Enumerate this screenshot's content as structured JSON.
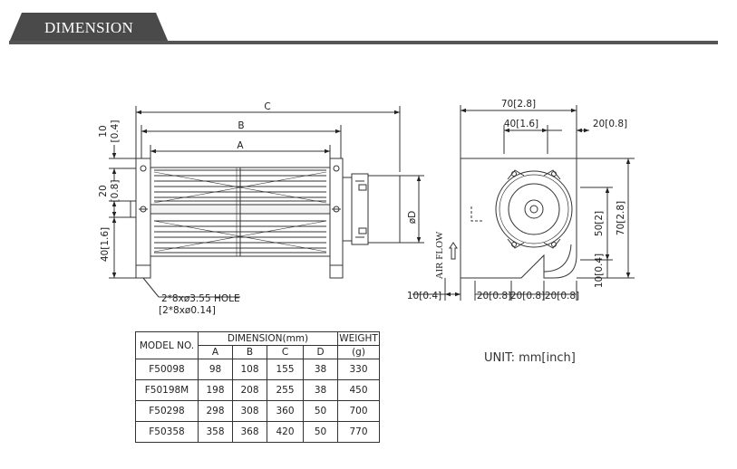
{
  "header": {
    "title": "DIMENSION"
  },
  "front_view": {
    "label_c": "C",
    "label_b": "B",
    "label_a": "A",
    "label_d": "øD",
    "left_dim_top": "10\n[0.4]",
    "left_dim_top_value": "10",
    "left_dim_top_inch": "[0.4]",
    "left_dim_mid_value": "20",
    "left_dim_mid_inch": "[0.8]",
    "left_dim_bot": "40[1.6]",
    "hole_note_1": "2*8xø3.55 HOLE",
    "hole_note_2": "[2*8xø0.14]"
  },
  "side_view": {
    "top_width": "70[2.8]",
    "top_inner": "40[1.6]",
    "top_right": "20[0.8]",
    "right_height": "70[2.8]",
    "right_mid": "50[2]",
    "right_small": "10[0.4]",
    "bottom_left": "10[0.4]",
    "bottom_1": "20[0.8]",
    "bottom_2": "20[0.8]",
    "bottom_3": "20[0.8]",
    "air_flow": "AIR FLOW"
  },
  "table": {
    "model_header": "MODEL NO.",
    "dimension_header": "DIMENSION(mm)",
    "weight_header_1": "WEIGHT",
    "weight_header_2": "(g)",
    "sub_headers": [
      "A",
      "B",
      "C",
      "D"
    ],
    "rows": [
      {
        "model": "F50098",
        "a": "98",
        "b": "108",
        "c": "155",
        "d": "38",
        "weight": "330"
      },
      {
        "model": "F50198M",
        "a": "198",
        "b": "208",
        "c": "255",
        "d": "38",
        "weight": "450"
      },
      {
        "model": "F50298",
        "a": "298",
        "b": "308",
        "c": "360",
        "d": "50",
        "weight": "700"
      },
      {
        "model": "F50358",
        "a": "358",
        "b": "368",
        "c": "420",
        "d": "50",
        "weight": "770"
      }
    ]
  },
  "unit_note": "UNIT: mm[inch]"
}
